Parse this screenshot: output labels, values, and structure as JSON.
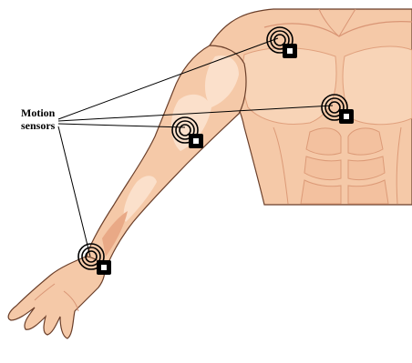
{
  "label": {
    "line1": "Motion",
    "line2": "sensors"
  },
  "sensors": [
    {
      "name": "sensor-shoulder"
    },
    {
      "name": "sensor-chest"
    },
    {
      "name": "sensor-upper-arm"
    },
    {
      "name": "sensor-wrist"
    }
  ],
  "colors": {
    "skin": "#f5c9a8",
    "skin_shade": "#e9a986",
    "skin_highlight": "#fbe0cb",
    "outline": "#6b3f2a",
    "sensor": "#000000",
    "leader_line": "#000000"
  }
}
